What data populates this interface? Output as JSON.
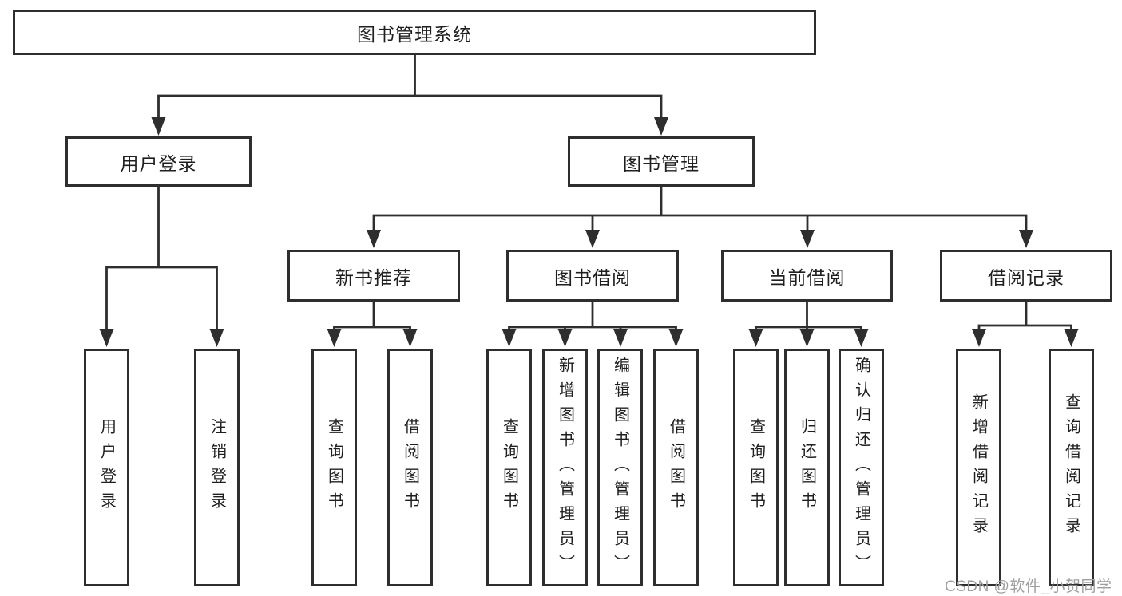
{
  "diagram": {
    "root": "图书管理系统",
    "level2": [
      "用户登录",
      "图书管理"
    ],
    "level3": [
      "新书推荐",
      "图书借阅",
      "当前借阅",
      "借阅记录"
    ],
    "leaves": {
      "user_login": [
        "用户登录",
        "注销登录"
      ],
      "new_book_recommend": [
        "查询图书",
        "借阅图书"
      ],
      "book_borrow": [
        "查询图书",
        "新增图书（管理员）",
        "编辑图书（管理员）",
        "借阅图书"
      ],
      "current_borrow": [
        "查询图书",
        "归还图书",
        "确认归还（管理员）"
      ],
      "borrow_record": [
        "新增借阅记录",
        "查询借阅记录"
      ]
    }
  },
  "watermark": "CSDN @软件_小贺同学",
  "colors": {
    "line": "#2e2e2e",
    "text": "#1f1f1f",
    "watermark": "#9e9e9e",
    "background": "#ffffff"
  }
}
